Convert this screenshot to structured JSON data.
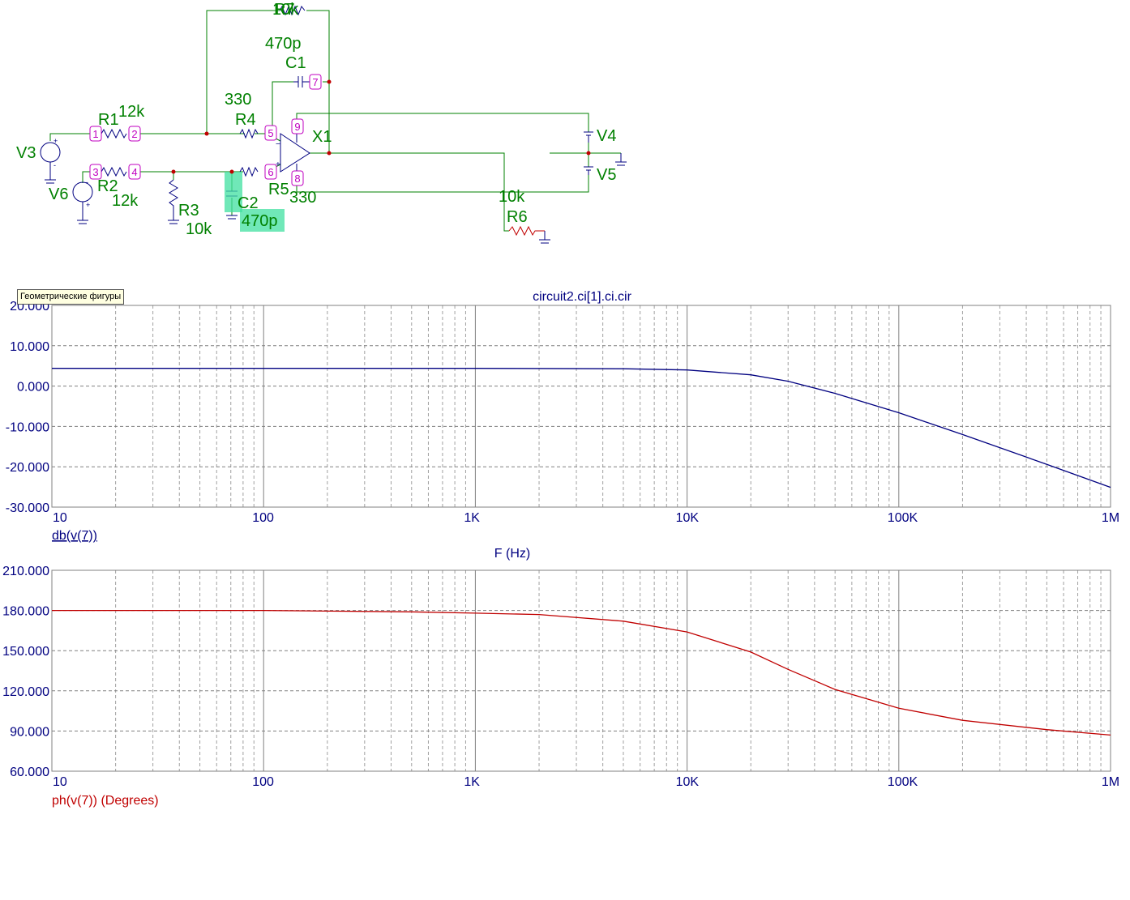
{
  "tooltip": "Геометрические фигуры",
  "schematic": {
    "components": {
      "R1": {
        "name": "R1",
        "value": "12k"
      },
      "R2": {
        "name": "R2",
        "value": "12k"
      },
      "R3": {
        "name": "R3",
        "value": "10k"
      },
      "R4": {
        "name": "R4",
        "value": "330"
      },
      "R5": {
        "name": "R5",
        "value": "330"
      },
      "R6": {
        "name": "R6",
        "value": "10k"
      },
      "R7": {
        "name": "R7",
        "value": "10k"
      },
      "C1": {
        "name": "C1",
        "value": "470p"
      },
      "C2": {
        "name": "C2",
        "value": "470p"
      },
      "X1": {
        "name": "X1"
      },
      "V3": {
        "name": "V3"
      },
      "V4": {
        "name": "V4"
      },
      "V5": {
        "name": "V5"
      },
      "V6": {
        "name": "V6"
      }
    },
    "nodes": [
      "1",
      "2",
      "3",
      "4",
      "5",
      "6",
      "7",
      "8",
      "9"
    ],
    "colors": {
      "wire": "#008000",
      "text": "#008000",
      "part": "#000080",
      "node": "#c000c0",
      "dot": "#c00000",
      "highlight": "#40e0a0"
    }
  },
  "chart_data": [
    {
      "type": "line",
      "title": "circuit2.ci[1].ci.cir",
      "xlabel": "F (Hz)",
      "x_scale": "log",
      "xlim": [
        10,
        1000000
      ],
      "x_ticks": [
        "10",
        "100",
        "1K",
        "10K",
        "100K",
        "1M"
      ],
      "y_ticks": [
        "20.000",
        "10.000",
        "0.000",
        "-10.000",
        "-20.000",
        "-30.000"
      ],
      "ylim": [
        -30,
        20
      ],
      "grid": true,
      "series": [
        {
          "name": "db(v(7))",
          "color": "#000080",
          "x": [
            10,
            100,
            1000,
            5000,
            10000,
            20000,
            30000,
            50000,
            100000,
            200000,
            500000,
            1000000
          ],
          "y": [
            4.4,
            4.4,
            4.4,
            4.3,
            4.0,
            2.8,
            1.2,
            -1.8,
            -6.6,
            -12.0,
            -19.4,
            -25.1
          ]
        }
      ]
    },
    {
      "type": "line",
      "title": "",
      "xlabel": "",
      "x_scale": "log",
      "xlim": [
        10,
        1000000
      ],
      "x_ticks": [
        "10",
        "100",
        "1K",
        "10K",
        "100K",
        "1M"
      ],
      "y_ticks": [
        "210.000",
        "180.000",
        "150.000",
        "120.000",
        "90.000",
        "60.000"
      ],
      "ylim": [
        60,
        210
      ],
      "grid": true,
      "series": [
        {
          "name": "ph(v(7)) (Degrees)",
          "color": "#c00000",
          "x": [
            10,
            100,
            500,
            1000,
            2000,
            5000,
            10000,
            20000,
            30000,
            50000,
            100000,
            200000,
            500000,
            1000000
          ],
          "y": [
            180,
            180,
            179,
            178,
            177,
            172,
            164,
            149,
            136,
            121,
            107,
            98,
            91,
            87
          ]
        }
      ]
    }
  ]
}
